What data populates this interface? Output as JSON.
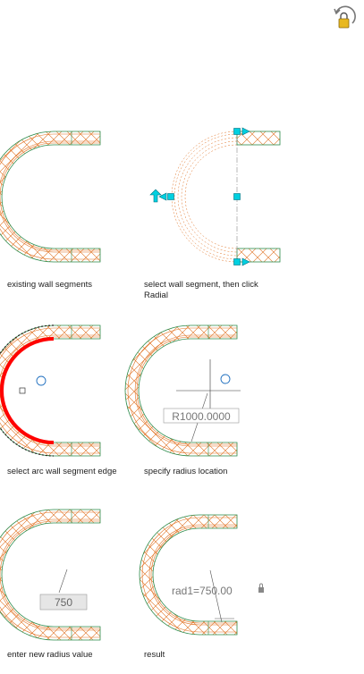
{
  "captions": {
    "p1": "existing wall segments",
    "p2": "select wall segment, then click Radial",
    "p3": "select arc wall segment edge",
    "p4": "specify radius location",
    "p5": "enter new radius value",
    "p6": "result"
  },
  "labels": {
    "radius_readout": "R1000.0000",
    "radius_input": "750",
    "result_dim": "rad1=750.00"
  },
  "colors": {
    "hatch": "#e07020",
    "wall_edge": "#2a8a4a",
    "grip": "#00d0e0",
    "selected_edge": "#ff0000",
    "tooltip_bg": "#e6e6e6"
  },
  "icons": {
    "lock": "padlock-icon",
    "grip": "cyan-grip-icon",
    "cursor": "pick-cursor-icon"
  }
}
